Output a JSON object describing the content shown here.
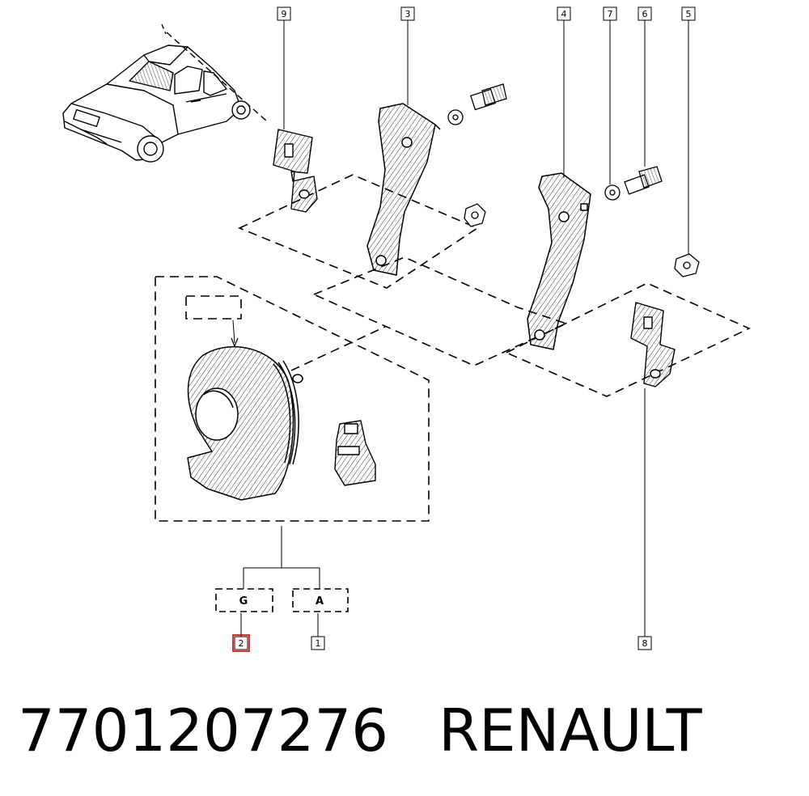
{
  "callouts": [
    {
      "id": "9",
      "label": "9"
    },
    {
      "id": "3",
      "label": "3"
    },
    {
      "id": "4",
      "label": "4"
    },
    {
      "id": "7",
      "label": "7"
    },
    {
      "id": "6",
      "label": "6"
    },
    {
      "id": "5",
      "label": "5"
    },
    {
      "id": "2",
      "label": "2"
    },
    {
      "id": "1",
      "label": "1"
    },
    {
      "id": "8",
      "label": "8"
    }
  ],
  "variants": [
    {
      "label": "G"
    },
    {
      "label": "A"
    }
  ],
  "caption": {
    "part_number": "7701207276",
    "brand": "RENAULT"
  },
  "colors": {
    "line": "#000000",
    "highlight": "#d40000",
    "background": "#ffffff"
  }
}
